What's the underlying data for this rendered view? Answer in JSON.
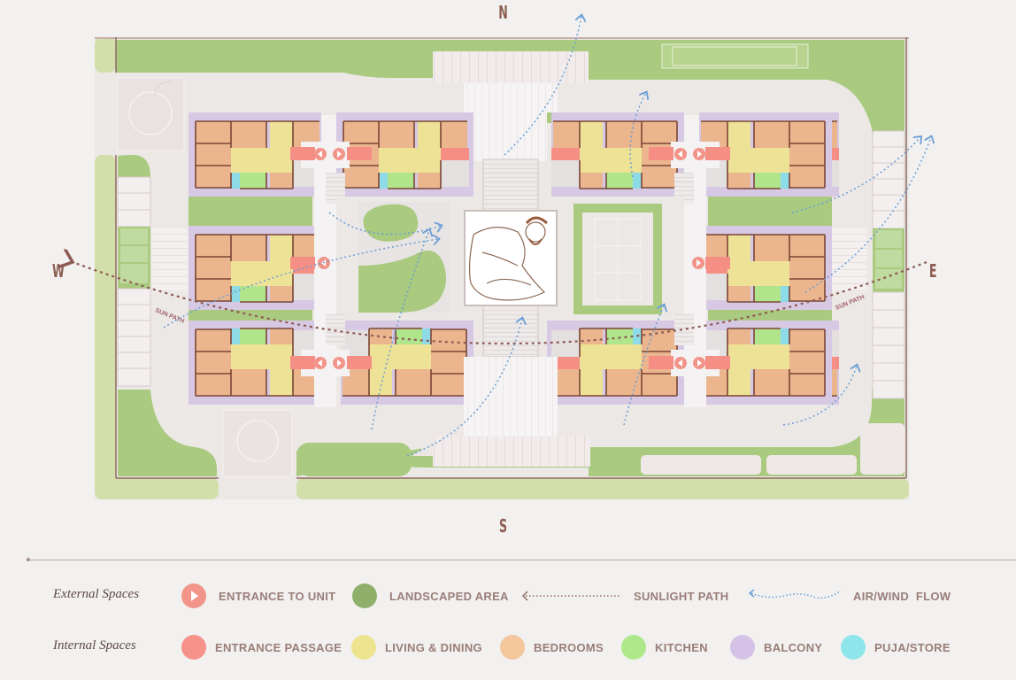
{
  "compass": {
    "north": "N",
    "south": "S",
    "west": "W",
    "east": "E"
  },
  "annotations": {
    "sun_path_left": "SUN PATH",
    "sun_path_right": "SUN PATH"
  },
  "legend": {
    "external": {
      "title": "External Spaces",
      "items": [
        {
          "label": "ENTRANCE TO UNIT",
          "color": "#f2948a",
          "icon": "play-circle-icon"
        },
        {
          "label": "LANDSCAPED AREA",
          "color": "#8fb06a",
          "icon": "circle-swatch"
        },
        {
          "label": "SUNLIGHT PATH",
          "color": "#8e6a64",
          "icon": "dotted-arrow-icon"
        },
        {
          "label": "AIR/WIND  FLOW",
          "color": "#6a9ed6",
          "icon": "wavy-dotted-arrow-icon"
        }
      ]
    },
    "internal": {
      "title": "Internal Spaces",
      "items": [
        {
          "label": "ENTRANCE PASSAGE",
          "color": "#f5928a"
        },
        {
          "label": "LIVING & DINING",
          "color": "#eee48f"
        },
        {
          "label": "BEDROOMS",
          "color": "#f3c69c"
        },
        {
          "label": "KITCHEN",
          "color": "#aee88a"
        },
        {
          "label": "BALCONY",
          "color": "#d5c2e6"
        },
        {
          "label": "PUJA/STORE",
          "color": "#8fe6ea"
        }
      ]
    }
  },
  "colors": {
    "background": "#f2f1f0",
    "ground": "#ece8e6",
    "lawn": "#a9ca7f",
    "lawn_light": "#d3dfaa",
    "bedroom": "#ebb68d",
    "living": "#eee296",
    "kitchen": "#b0e58c",
    "balcony": "#d7c9e3",
    "puja": "#8ddbe6",
    "passage": "#f58f86",
    "wall": "#7a4636",
    "wind": "#6a9ed6",
    "sun": "#8e5a55"
  }
}
